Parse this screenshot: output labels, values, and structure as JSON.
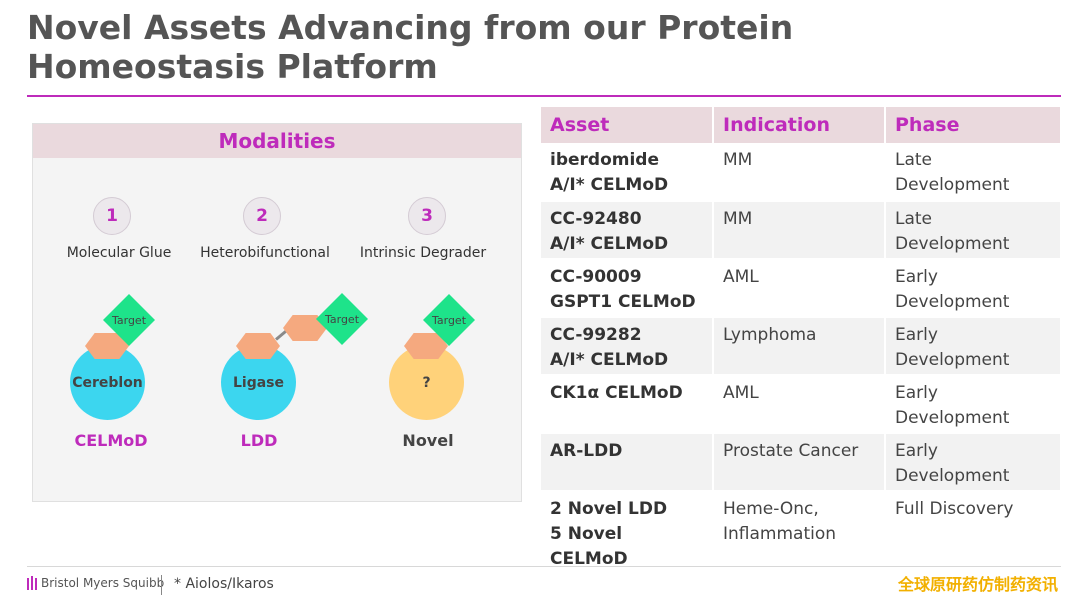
{
  "title": "Novel Assets Advancing from our Protein Homeostasis Platform",
  "colors": {
    "accent": "#be2bbb",
    "header_bg": "#ead9dd",
    "cereblon": "#3cd6ef",
    "novel": "#ffd27a",
    "target": "#1ee38a",
    "degrader": "#f5a97f"
  },
  "modalities": {
    "heading": "Modalities",
    "items": [
      {
        "num": "1",
        "name": "Molecular Glue",
        "core": "Cereblon",
        "target": "Target",
        "caption": "CELMoD",
        "caption_color": "#be2bbb"
      },
      {
        "num": "2",
        "name": "Heterobifunctional",
        "core": "Ligase",
        "target": "Target",
        "caption": "LDD",
        "caption_color": "#be2bbb"
      },
      {
        "num": "3",
        "name": "Intrinsic Degrader",
        "core": "?",
        "target": "Target",
        "caption": "Novel",
        "caption_color": "#444444"
      }
    ]
  },
  "table": {
    "headers": [
      "Asset",
      "Indication",
      "Phase"
    ],
    "rows": [
      {
        "asset": [
          "iberdomide",
          "A/I* CELMoD"
        ],
        "indication": [
          "MM"
        ],
        "phase": [
          "Late",
          "Development"
        ]
      },
      {
        "asset": [
          "CC-92480",
          "A/I* CELMoD"
        ],
        "indication": [
          "MM"
        ],
        "phase": [
          "Late",
          "Development"
        ]
      },
      {
        "asset": [
          "CC-90009",
          "GSPT1 CELMoD"
        ],
        "indication": [
          "AML"
        ],
        "phase": [
          "Early",
          "Development"
        ]
      },
      {
        "asset": [
          "CC-99282",
          "A/I* CELMoD"
        ],
        "indication": [
          "Lymphoma"
        ],
        "phase": [
          "Early",
          "Development"
        ]
      },
      {
        "asset": [
          "CK1α CELMoD"
        ],
        "indication": [
          "AML"
        ],
        "phase": [
          "Early",
          "Development"
        ]
      },
      {
        "asset": [
          "AR-LDD"
        ],
        "indication": [
          "Prostate Cancer"
        ],
        "phase": [
          "Early",
          "Development"
        ]
      },
      {
        "asset": [
          "2 Novel LDD",
          "5 Novel CELMoD"
        ],
        "indication": [
          "Heme-Onc,",
          "Inflammation"
        ],
        "phase": [
          "Full Discovery"
        ]
      }
    ]
  },
  "footer": {
    "logo_text": "Bristol Myers Squibb",
    "logo_icon": "bms-logo-icon",
    "footnote": "* Aiolos/Ikaros",
    "watermark": "全球原研药仿制药资讯"
  }
}
